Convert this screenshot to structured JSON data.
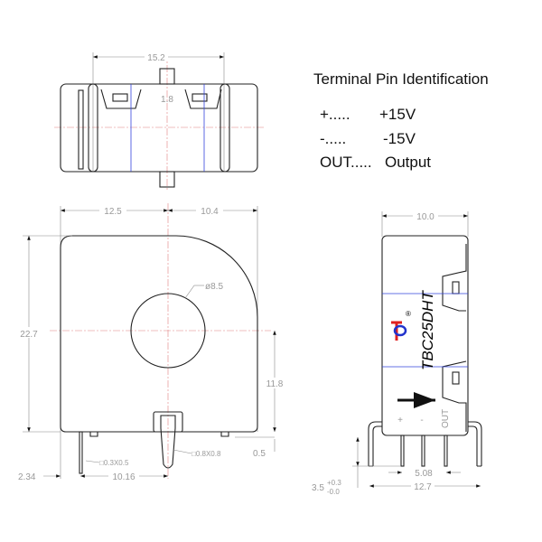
{
  "pin_table": {
    "title": "Terminal Pin Identification",
    "rows": [
      {
        "pin": "+.....",
        "desc": "+15V"
      },
      {
        "pin": "-.....",
        "desc": "-15V"
      },
      {
        "pin": "OUT.....",
        "desc": "Output"
      }
    ]
  },
  "top_view": {
    "width": "15.2",
    "pitch": "1.8"
  },
  "front_view": {
    "left": "12.5",
    "right": "10.4",
    "height": "22.7",
    "hole": "ø8.5",
    "center_height": "11.8",
    "standoff": "0.5",
    "pin_small": "□0.3X0.5",
    "pin_large": "□0.8X0.8",
    "offset": "2.34",
    "pin_spacing": "10.16"
  },
  "side_view": {
    "width": "10.0",
    "part_number": "TBC25DHT",
    "registered": "®",
    "pin_labels": [
      "+",
      "-",
      "OUT"
    ],
    "pin_pitch": "5.08",
    "pin_span": "12.7",
    "pin_length": "3.5",
    "tol_plus": "+0.3",
    "tol_minus": "-0.0"
  }
}
